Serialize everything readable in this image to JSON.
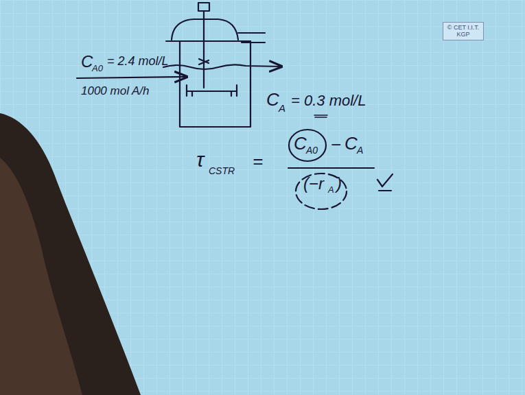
{
  "diagram": {
    "nodes": [
      {
        "text": [
          "© CET I.I.T. KGP"
        ]
      }
    ],
    "labels": [
      "C",
      "A0",
      "= 2.4 mol/L",
      "1000 mol A/h",
      "C",
      "A",
      "= 0.3 mol/L",
      "τ",
      "CSTR",
      "=",
      "C",
      "A0",
      "−",
      "C",
      "A",
      "(−r",
      "A",
      ")"
    ]
  }
}
